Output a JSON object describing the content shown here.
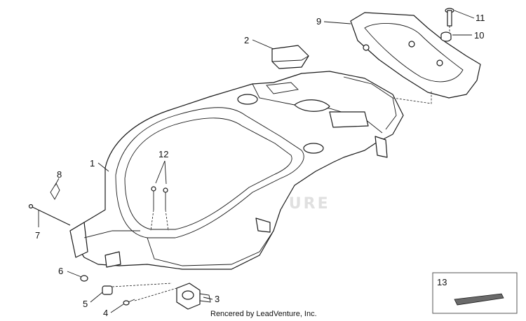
{
  "callouts": {
    "c1": "1",
    "c2": "2",
    "c3": "3",
    "c4": "4",
    "c5": "5",
    "c6": "6",
    "c7": "7",
    "c8": "8",
    "c9": "9",
    "c10": "10",
    "c11": "11",
    "c12": "12",
    "c13": "13"
  },
  "watermark": "LEADVENTURE",
  "credit": "Rencered by LeadVenture, Inc."
}
